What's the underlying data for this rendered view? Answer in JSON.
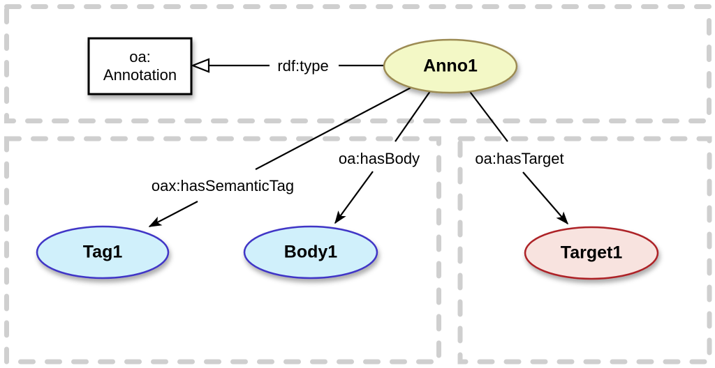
{
  "colors": {
    "background": "#FFFFFF",
    "dashed_border": "#CFCFCF",
    "connector": "#000000",
    "class_box_fill": "#FFFFFF",
    "class_box_stroke": "#000000",
    "annotation_node_fill": "#F3F8C6",
    "annotation_node_stroke": "#9C8B52",
    "body_tag_node_fill": "#D0F0FB",
    "body_tag_node_stroke": "#4035C6",
    "target_node_fill": "#F8E3DF",
    "target_node_stroke": "#AD2028"
  },
  "nodes": {
    "annotation_class": {
      "line1": "oa:",
      "line2": "Annotation"
    },
    "anno": {
      "label": "Anno1"
    },
    "tag": {
      "label": "Tag1"
    },
    "body": {
      "label": "Body1"
    },
    "target": {
      "label": "Target1"
    }
  },
  "edges": {
    "rdf_type": {
      "label": "rdf:type"
    },
    "has_semantic_tag": {
      "label": "oax:hasSemanticTag"
    },
    "has_body": {
      "label": "oa:hasBody"
    },
    "has_target": {
      "label": "oa:hasTarget"
    }
  }
}
